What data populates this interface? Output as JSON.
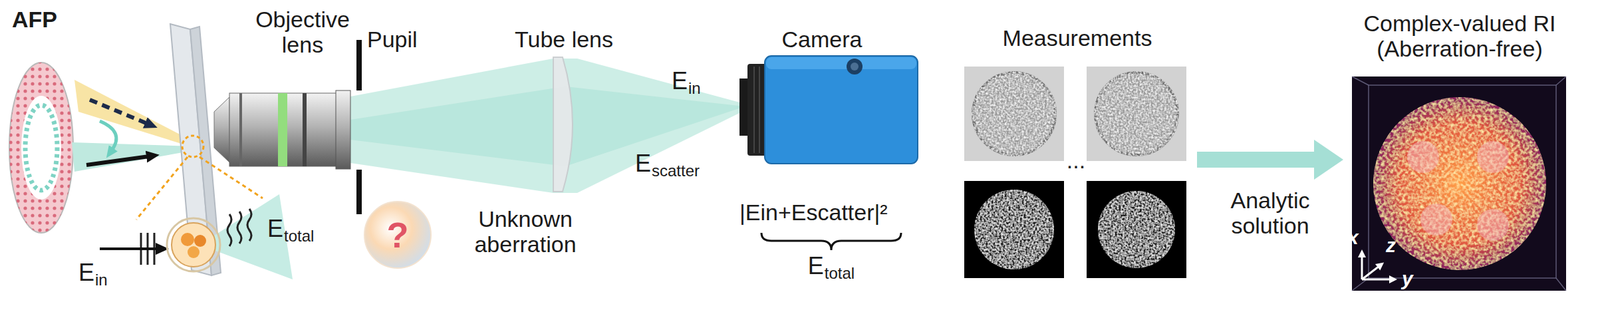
{
  "diagram": {
    "nodes": [
      {
        "text": [
          "Measurements"
        ]
      },
      {
        "text": [
          "Complex-valued RI (Aberration-free)"
        ]
      }
    ],
    "edges": [
      {
        "from": 0,
        "to": 1,
        "label": "Analytic solution",
        "arrow": "to"
      }
    ],
    "labels": [
      "AFP",
      "Objective lens",
      "Pupil",
      "Tube lens",
      "Camera",
      "Ein",
      "Escatter",
      "|Ein+Escatter|²",
      "Etotal",
      "Unknown aberration",
      "?",
      "Etotal",
      "Ein",
      "...",
      "x",
      "z",
      "y"
    ]
  }
}
